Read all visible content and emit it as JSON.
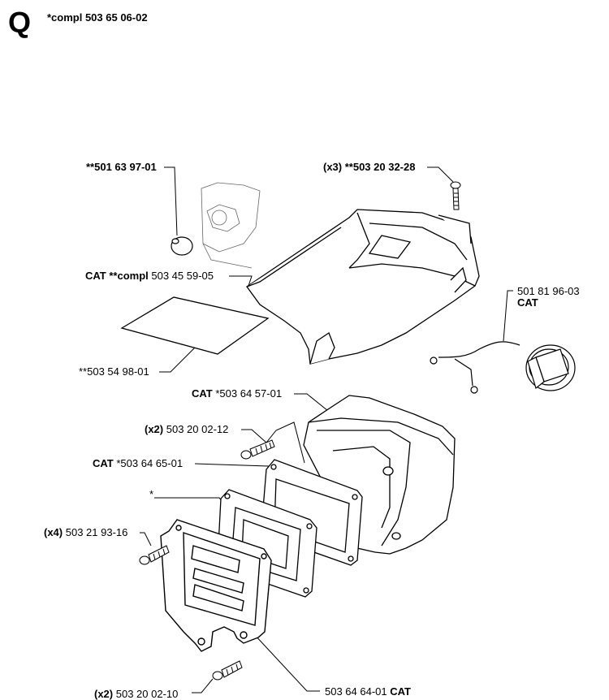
{
  "header": {
    "section_letter": "Q",
    "assembly_number": "*compl 503 65 06-02"
  },
  "callouts": [
    {
      "id": "c1",
      "prefix": "**501 63 97-01",
      "suffix": ""
    },
    {
      "id": "c2",
      "prefix": "(x3) **503 20 32-28",
      "suffix": ""
    },
    {
      "id": "c3",
      "prefix": "CAT **compl",
      "suffix": " 503 45 59-05"
    },
    {
      "id": "c4",
      "prefix": "",
      "suffix": "501 81 96-03",
      "line2": "CAT"
    },
    {
      "id": "c5",
      "prefix": "",
      "suffix": "**503 54 98-01"
    },
    {
      "id": "c6",
      "prefix": "CAT",
      "suffix": " *503 64 57-01"
    },
    {
      "id": "c7",
      "prefix": "(x2)",
      "suffix": " 503 20 02-12"
    },
    {
      "id": "c8",
      "prefix": "CAT",
      "suffix": " *503 64 65-01"
    },
    {
      "id": "c9",
      "prefix": "",
      "suffix": "*"
    },
    {
      "id": "c10",
      "prefix": "(x4)",
      "suffix": " 503 21 93-16"
    },
    {
      "id": "c11",
      "prefix": "(x2)",
      "suffix": " 503 20 02-10"
    },
    {
      "id": "c12",
      "prefix": "",
      "suffix": "503 64 64-01 ",
      "suffix_bold": "CAT"
    }
  ]
}
